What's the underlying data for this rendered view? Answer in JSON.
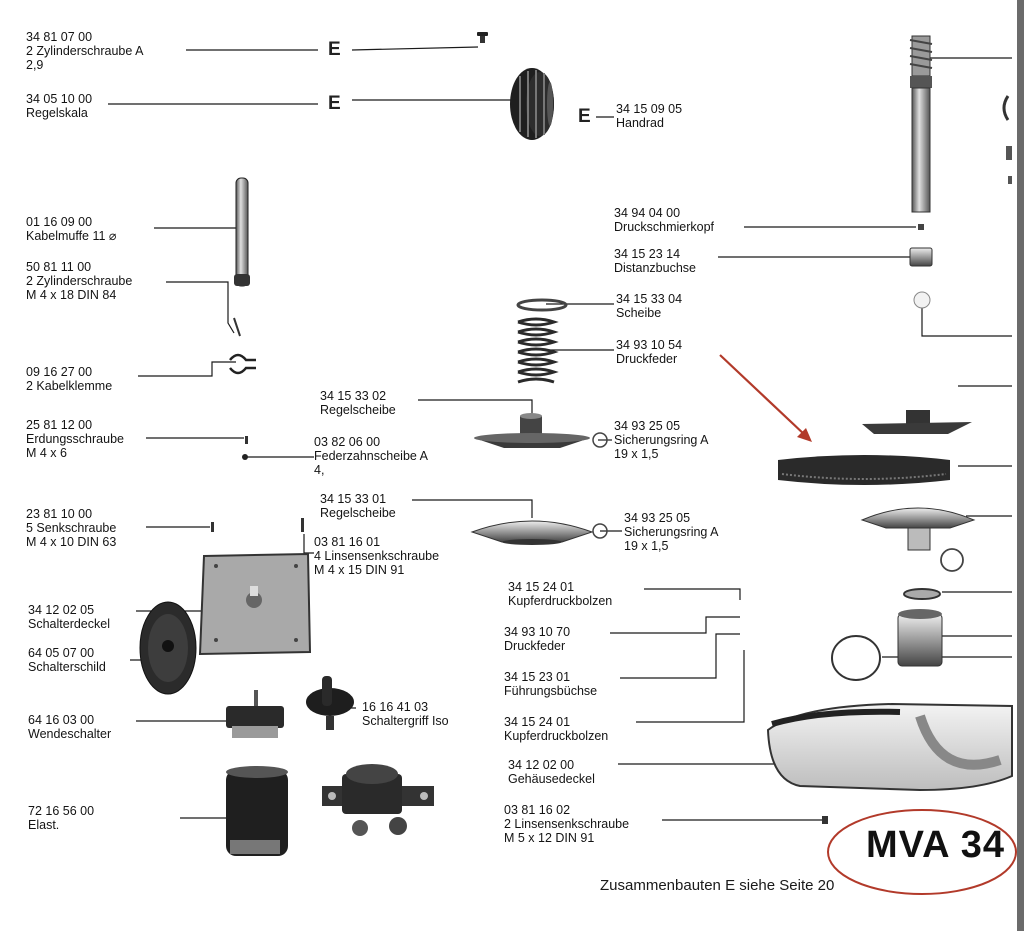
{
  "parts": [
    {
      "id": "p1",
      "number": "34 81 07 00",
      "text": "2 Zylinderschraube A",
      "sub": "2,9"
    },
    {
      "id": "p2",
      "number": "34 05 10 00",
      "text": "Regelskala",
      "sub": ""
    },
    {
      "id": "p3",
      "number": "34 15 09 05",
      "text": "Handrad",
      "sub": ""
    },
    {
      "id": "p4",
      "number": "01 16 09 00",
      "text": "Kabelmuffe 11 ⌀",
      "sub": ""
    },
    {
      "id": "p5",
      "number": "50 81 11 00",
      "text": "2 Zylinderschraube",
      "sub": "M 4 x 18 DIN 84"
    },
    {
      "id": "p6",
      "number": "09 16 27 00",
      "text": "2 Kabelklemme",
      "sub": ""
    },
    {
      "id": "p7",
      "number": "25 81 12 00",
      "text": "Erdungsschraube",
      "sub": "M 4 x 6"
    },
    {
      "id": "p8",
      "number": "03 82 06 00",
      "text": "Federzahnscheibe A",
      "sub": "4,"
    },
    {
      "id": "p9",
      "number": "34 15 33 02",
      "text": "Regelscheibe",
      "sub": ""
    },
    {
      "id": "p10",
      "number": "34 15 33 01",
      "text": "Regelscheibe",
      "sub": ""
    },
    {
      "id": "p11",
      "number": "23 81 10 00",
      "text": "5 Senkschraube",
      "sub": "M 4 x 10 DIN 63"
    },
    {
      "id": "p12",
      "number": "03 81 16 01",
      "text": "4 Linsensenkschraube",
      "sub": "M 4 x 15 DIN 91"
    },
    {
      "id": "p13",
      "number": "34 12 02 05",
      "text": "Schalterdeckel",
      "sub": ""
    },
    {
      "id": "p14",
      "number": "64 05 07 00",
      "text": "Schalterschild",
      "sub": ""
    },
    {
      "id": "p15",
      "number": "64 16 03 00",
      "text": "Wendeschalter",
      "sub": ""
    },
    {
      "id": "p16",
      "number": "16 16 41 03",
      "text": "Schaltergriff Iso",
      "sub": ""
    },
    {
      "id": "p17",
      "number": "72 16 56 00",
      "text": "Elast.",
      "sub": ""
    },
    {
      "id": "p18",
      "number": "34 94 04 00",
      "text": "Druckschmierkopf",
      "sub": ""
    },
    {
      "id": "p19",
      "number": "34 15 23 14",
      "text": "Distanzbuchse",
      "sub": ""
    },
    {
      "id": "p20",
      "number": "34 15 33 04",
      "text": "Scheibe",
      "sub": ""
    },
    {
      "id": "p21",
      "number": "34 93 10 54",
      "text": "Druckfeder",
      "sub": ""
    },
    {
      "id": "p22",
      "number": "34 93 25 05",
      "text": "Sicherungsring A",
      "sub": "19 x 1,5"
    },
    {
      "id": "p23",
      "number": "34 93 25 05",
      "text": "Sicherungsring A",
      "sub": "19 x 1,5"
    },
    {
      "id": "p24",
      "number": "34 15 24 01",
      "text": "Kupferdruckbolzen",
      "sub": ""
    },
    {
      "id": "p25",
      "number": "34 93 10 70",
      "text": "Druckfeder",
      "sub": ""
    },
    {
      "id": "p26",
      "number": "34 15 23 01",
      "text": "Führungsbüchse",
      "sub": ""
    },
    {
      "id": "p27",
      "number": "34 15 24 01",
      "text": "Kupferdruckbolzen",
      "sub": ""
    },
    {
      "id": "p28",
      "number": "34 12 02 00",
      "text": "Gehäusedeckel",
      "sub": ""
    },
    {
      "id": "p29",
      "number": "03 81 16 02",
      "text": "2 Linsensenkschraube",
      "sub": "M 5 x 12 DIN 91"
    }
  ],
  "assembly_marker": "E",
  "footer": "Zusammenbauten E siehe Seite 20",
  "model": "MVA 34",
  "colors": {
    "ink": "#141414",
    "accent": "#b23a2a",
    "part_dark": "#2b2b2b",
    "part_mid": "#8a8a8a",
    "part_light": "#d9d9d9"
  }
}
